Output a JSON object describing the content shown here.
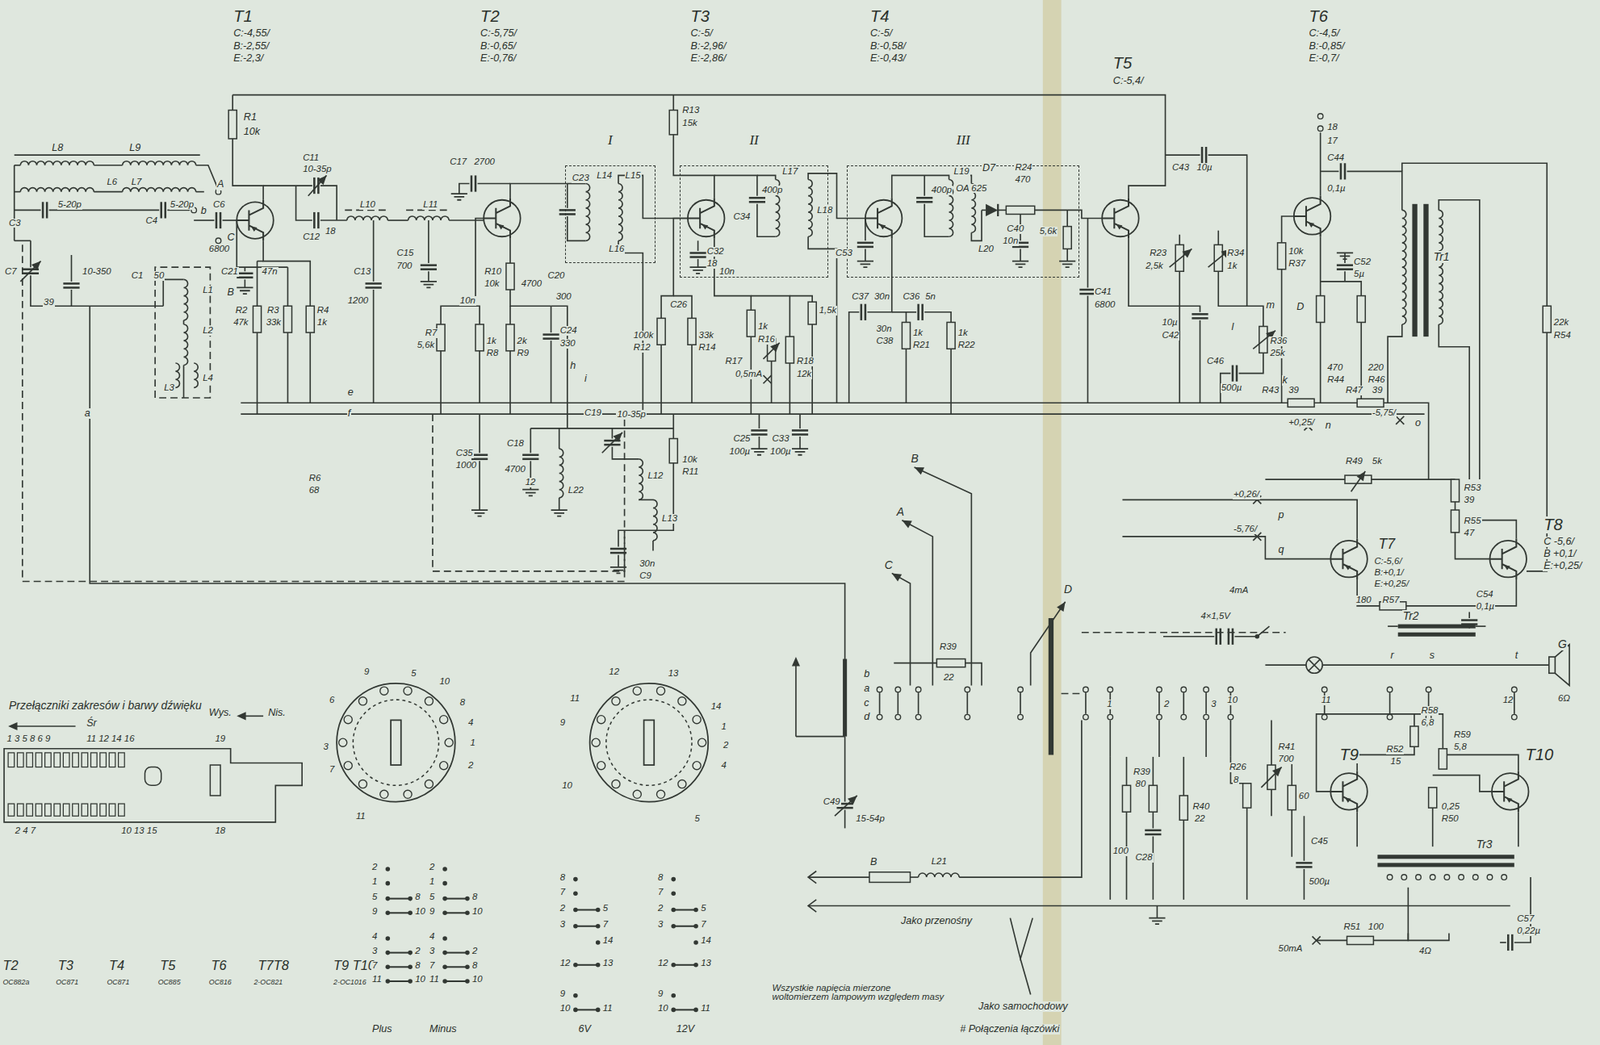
{
  "diagram": {
    "nodes": [
      {
        "text": [
          "I"
        ]
      },
      {
        "text": [
          "II"
        ]
      },
      {
        "text": [
          "III"
        ]
      }
    ],
    "labels": [
      "T1",
      "C:-4,55/",
      "B:-2,55/",
      "E:-2,3/",
      "T2",
      "C:-5,75/",
      "B:-0,65/",
      "E:-0,76/",
      "T3",
      "C:-5/",
      "B:-2,96/",
      "E:-2,86/",
      "T4",
      "C:-5/",
      "B:-0,58/",
      "E:-0,43/",
      "T5",
      "C:-5,4/",
      "T6",
      "C:-4,5/",
      "B:-0,85/",
      "E:-0,7/",
      "T8",
      "C -5,6/",
      "B +0,1/",
      "E:+0,25/",
      "T7",
      "C:-5,6/",
      "B:+0,1/",
      "E:+0,25/",
      "T9",
      "T10",
      "R1",
      "10k",
      "L8",
      "L9",
      "C3",
      "5-20p",
      "L6",
      "L7",
      "C4",
      "5-20p",
      "b",
      "C6",
      "6800",
      "C",
      "A",
      "C7",
      "10-350",
      "39",
      "C1",
      "50",
      "L1",
      "L2",
      "L3",
      "L4",
      "B",
      "a",
      "C11",
      "10-35p",
      "C12",
      "18",
      "L10",
      "L11",
      "C13",
      "1200",
      "C15",
      "700",
      "47n",
      "C21",
      "R2",
      "47k",
      "R3",
      "33k",
      "R4",
      "1k",
      "R6",
      "68",
      "e",
      "f",
      "C17",
      "2700",
      "R10",
      "10k",
      "R7",
      "5,6k",
      "10n",
      "1k",
      "R8",
      "4700",
      "2k",
      "R9",
      "C20",
      "300",
      "C24",
      "330",
      "h",
      "i",
      "C35",
      "1000",
      "C18",
      "4700",
      "12",
      "L22",
      "C19",
      "10-35p",
      "L12",
      "L13",
      "10k",
      "R11",
      "30n",
      "C9",
      "R13",
      "15k",
      "L14",
      "L15",
      "L16",
      "C23",
      "400p",
      "C34",
      "L17",
      "L18",
      "C32",
      "18",
      "10n",
      "C26",
      "100k",
      "R12",
      "33k",
      "R14",
      "1k",
      "R16",
      "R17",
      "0,5mA",
      "R18",
      "12k",
      "1,5k",
      "C25",
      "100µ",
      "C33",
      "100µ",
      "C53",
      "400p",
      "L19",
      "D7",
      "OA 625",
      "R24",
      "470",
      "C40",
      "10n",
      "5,6k",
      "L20",
      "C37",
      "30n",
      "C36",
      "5n",
      "30n",
      "C38",
      "1k",
      "R21",
      "1k",
      "R22",
      "C41",
      "6800",
      "C43",
      "10µ",
      "R23",
      "2,5k",
      "R34",
      "1k",
      "10µ",
      "C42",
      "l",
      "C46",
      "500µ",
      "R36",
      "25k",
      "m",
      "D",
      "k",
      "10k",
      "R37",
      "C44",
      "0,1µ",
      "C52",
      "5µ",
      "470",
      "R44",
      "220",
      "R46",
      "Tr1",
      "22k",
      "R54",
      "R43",
      "39",
      "R47",
      "39",
      "+0,25/",
      "n",
      "-5,75/",
      "o",
      "18",
      "17",
      "B",
      "A",
      "C",
      "D",
      "R39",
      "22",
      "b",
      "a",
      "c",
      "d",
      "C49",
      "15-54p",
      "B",
      "L21",
      "Jako przenośny",
      "Wszystkie napięcia mierzone woltomierzem lampowym względem masy",
      "Jako samochodowy",
      "# Połączenia łączówki",
      "R49",
      "5k",
      "R53",
      "39",
      "R55",
      "47",
      "+0,26/",
      "p",
      "-5,76/",
      "q",
      "4mA",
      "180",
      "R57",
      "C54",
      "0,1µ",
      "Tr2",
      "4×1,5V",
      "r",
      "s",
      "t",
      "G",
      "6Ω",
      "R26",
      "8",
      "R41",
      "700",
      "R58",
      "6,8",
      "R59",
      "5,8",
      "R52",
      "15",
      "0,25",
      "R50",
      "Tr3",
      "50mA",
      "R51",
      "100",
      "C57",
      "0,22µ",
      "4Ω",
      "60",
      "R39",
      "80",
      "100",
      "C28",
      "R40",
      "22",
      "C45",
      "500µ",
      "10",
      "11",
      "12",
      "1",
      "2",
      "3",
      "Przełączniki zakresów i barwy dźwięku",
      "Śr",
      "Wys.",
      "Nis.",
      "1 3 5 8 6 9",
      "11 12 14 16",
      "2 4 7",
      "10 13 15",
      "18",
      "19",
      "9",
      "5",
      "10",
      "6",
      "8",
      "4",
      "3",
      "1",
      "2",
      "7",
      "11",
      "12",
      "13",
      "14",
      "11",
      "9",
      "1",
      "2",
      "4",
      "10",
      "5",
      "T2",
      "T3",
      "T4",
      "T5",
      "T6",
      "T7T8",
      "T9 T10",
      "OC882a",
      "OC871",
      "OC871",
      "OC885",
      "OC816",
      "2-OC821",
      "2-OC1016",
      "Plus",
      "Minus",
      "6V",
      "12V",
      "2",
      "1",
      "5",
      "9",
      "4",
      "3",
      "7",
      "11",
      "8",
      "10",
      "2",
      "8",
      "10",
      "2",
      "1",
      "5",
      "9",
      "4",
      "3",
      "7",
      "11",
      "8",
      "10",
      "2",
      "8",
      "10",
      "8",
      "7",
      "2",
      "3",
      "12",
      "9",
      "10",
      "5",
      "7",
      "14",
      "13",
      "11",
      "8",
      "7",
      "2",
      "3",
      "12",
      "9",
      "10",
      "5",
      "7",
      "14",
      "13",
      "11"
    ]
  }
}
